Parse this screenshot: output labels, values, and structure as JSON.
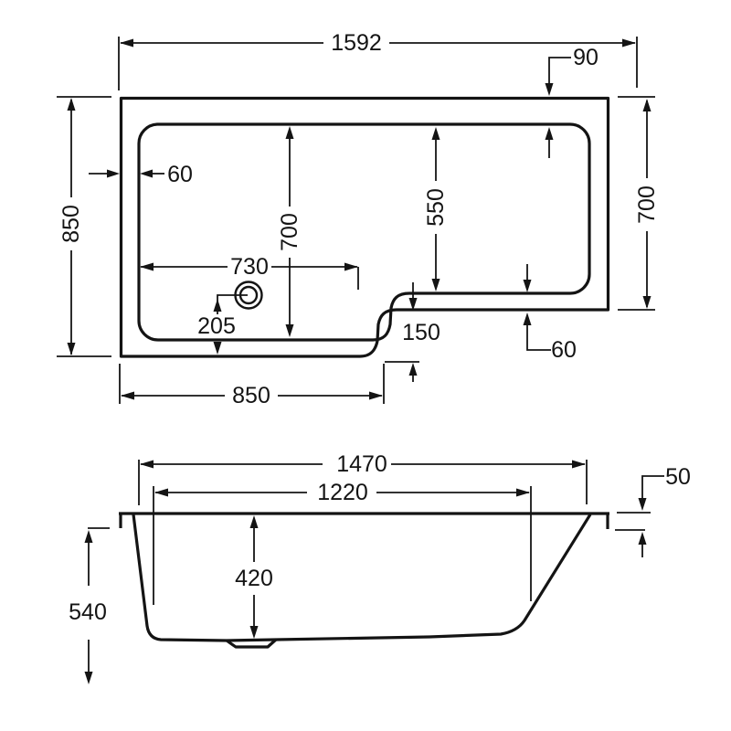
{
  "style": {
    "background": "#ffffff",
    "line_color": "#141414"
  },
  "plan_view": {
    "dims": {
      "overall_length": "1592",
      "top_ledge": "90",
      "side_left": "850",
      "side_right": "700",
      "ledge_left": "60",
      "inner_left": "700",
      "inner_right": "550",
      "drain_from_wall": "730",
      "drain_to_front": "205",
      "step": "150",
      "ledge_bottom_right": "60",
      "front_left": "850"
    }
  },
  "side_view": {
    "dims": {
      "rim_length": "1470",
      "base_length": "1220",
      "lip_height": "50",
      "inner_depth": "420",
      "overall_height": "540"
    }
  }
}
